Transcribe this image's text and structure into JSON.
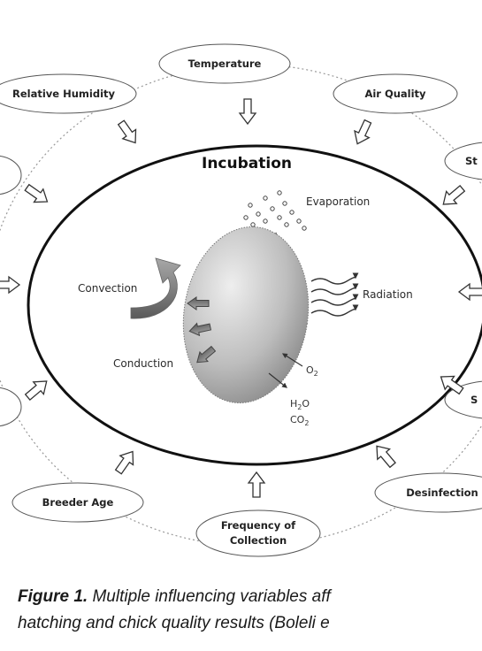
{
  "diagram": {
    "center_title": "Incubation",
    "factors": {
      "temperature": "Temperature",
      "relative_humidity": "Relative Humidity",
      "air_quality": "Air Quality",
      "breeder_age": "Breeder Age",
      "frequency_line1": "Frequency of",
      "frequency_line2": "Collection",
      "desinfection": "Desinfection",
      "right_upper_partial": "St",
      "right_lower_partial": "S"
    },
    "processes": {
      "evaporation": "Evaporation",
      "convection": "Convection",
      "radiation": "Radiation",
      "conduction": "Conduction"
    },
    "gases": {
      "oxygen": "O",
      "oxygen_sub": "2",
      "water": "H",
      "water_sub": "2",
      "water_tail": "O",
      "carbon": "CO",
      "carbon_sub": "2"
    }
  },
  "caption": {
    "label": "Figure 1.",
    "line1_rest": " Multiple influencing variables aff",
    "line2": "hatching and chick quality results (Boleli e"
  }
}
